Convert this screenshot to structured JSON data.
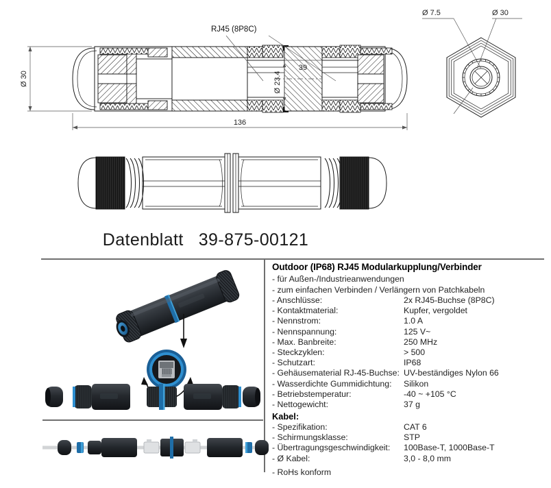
{
  "document": {
    "title_prefix": "Datenblatt",
    "part_number": "39-875-00121",
    "title_full": "Datenblatt   39-875-00121"
  },
  "drawings": {
    "section_view": {
      "callout_rj45": "RJ45 (8P8C)",
      "dim_outer_diameter": "Ø 30",
      "dim_inner_diameter": "Ø 23.4",
      "dim_length_overall": "136",
      "dim_length_segment": "39"
    },
    "end_view": {
      "dim_cable_hole": "Ø 7.5",
      "dim_hex_across": "Ø 30"
    }
  },
  "specs": {
    "heading": "Outdoor (IP68) RJ45 Modularkupplung/Verbinder",
    "notes": [
      "- für Außen-/Industrieanwendungen",
      "- zum einfachen Verbinden / Verlängern von Patchkabeln"
    ],
    "rows": [
      {
        "label": "- Anschlüsse:",
        "value": "2x RJ45-Buchse (8P8C)"
      },
      {
        "label": "- Kontaktmaterial:",
        "value": "Kupfer, vergoldet"
      },
      {
        "label": "- Nennstrom:",
        "value": "1.0 A"
      },
      {
        "label": "- Nennspannung:",
        "value": "125 V~"
      },
      {
        "label": "- Max. Banbreite:",
        "value": "250 MHz"
      },
      {
        "label": "- Steckzyklen:",
        "value": "> 500"
      },
      {
        "label": "- Schutzart:",
        "value": "IP68"
      },
      {
        "label": "- Gehäusematerial RJ-45-Buchse:",
        "value": "UV-beständiges Nylon 66"
      },
      {
        "label": "- Wasserdichte Gummidichtung:",
        "value": "Silikon"
      },
      {
        "label": "- Betriebstemperatur:",
        "value": "-40 ~ +105 °C"
      },
      {
        "label": "- Nettogewicht:",
        "value": "37 g"
      }
    ],
    "cable_heading": "Kabel:",
    "cable_rows": [
      {
        "label": "- Spezifikation:",
        "value": "CAT 6"
      },
      {
        "label": "- Schirmungsklasse:",
        "value": "STP"
      },
      {
        "label": "- Übertragungsgeschwindigkeit:",
        "value": "100Base-T, 1000Base-T"
      },
      {
        "label": "- Ø Kabel:",
        "value": "3,0 - 8,0 mm"
      }
    ],
    "footer_note": "- RoHs konform"
  },
  "colors": {
    "accent_blue": "#2e8fd0",
    "deep_blue": "#1b5f96",
    "body_dark": "#2d3136",
    "body_darker": "#1a1d21",
    "rule_grey": "#6f6f6f",
    "line_black": "#1a1a1a",
    "cable_grey": "#d2d4d6"
  },
  "photos": {
    "assembled_label": "assembled-connector-photo",
    "exploded_label": "exploded-parts-photo",
    "cable_assembly_label": "cable-assembly-photo",
    "rj45_detail_label": "rj45-jack-detail-photo"
  }
}
